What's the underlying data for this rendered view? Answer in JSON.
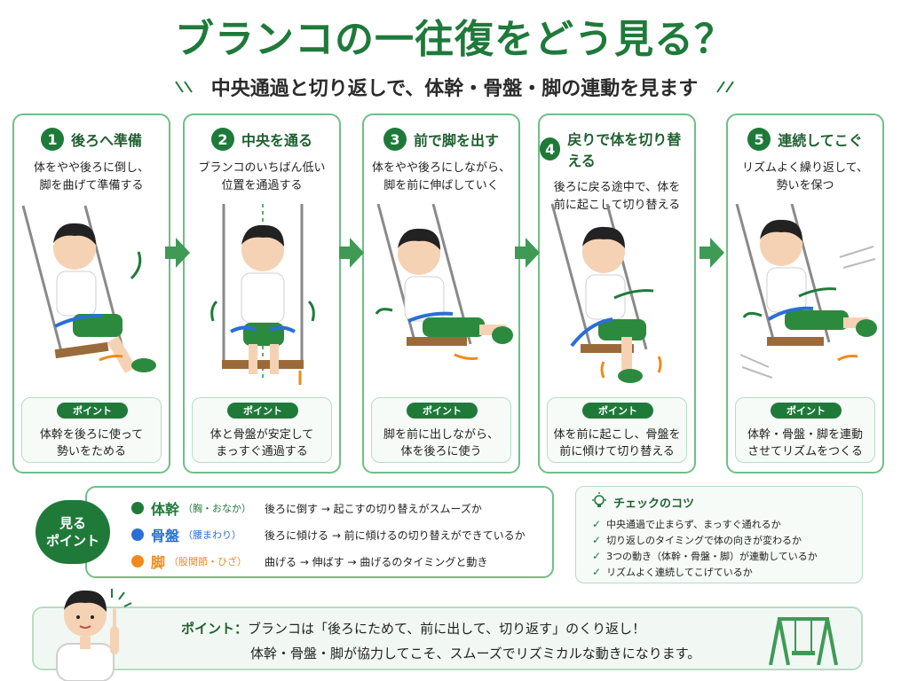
{
  "header": {
    "title": "ブランコの一往復をどう見る？",
    "subtitle": "中央通過と切り返しで、体幹・骨盤・脚の連動を見ます"
  },
  "steps": [
    {
      "num": "1",
      "title": "後ろへ準備",
      "desc": "体をやや後ろに倒し、\n脚を曲げて準備する",
      "point_label": "ポイント",
      "point": "体幹を後ろに使って\n勢いをためる"
    },
    {
      "num": "2",
      "title": "中央を通る",
      "desc": "ブランコのいちばん低い\n位置を通過する",
      "point_label": "ポイント",
      "point": "体と骨盤が安定して\nまっすぐ通過する"
    },
    {
      "num": "3",
      "title": "前で脚を出す",
      "desc": "体をやや後ろにしながら、\n脚を前に伸ばしていく",
      "point_label": "ポイント",
      "point": "脚を前に出しながら、\n体を後ろに使う"
    },
    {
      "num": "4",
      "title": "戻りで体を切り替える",
      "desc": "後ろに戻る途中で、体を\n前に起こして切り替える",
      "point_label": "ポイント",
      "point": "体を前に起こし、骨盤を\n前に傾けて切り替える"
    },
    {
      "num": "5",
      "title": "連続してこぐ",
      "desc": "リズムよく繰り返して、\n勢いを保つ",
      "point_label": "ポイント",
      "point": "体幹・骨盤・脚を連動\nさせてリズムをつくる"
    }
  ],
  "legend": {
    "badge": "見る\nポイント",
    "items": [
      {
        "label": "体幹",
        "sub": "（胸・おなか）",
        "desc": "後ろに倒す → 起こすの切り替えがスムーズか",
        "color": "#1f7a3a"
      },
      {
        "label": "骨盤",
        "sub": "（腰まわり）",
        "desc": "後ろに傾ける → 前に傾けるの切り替えができているか",
        "color": "#2b6fd6"
      },
      {
        "label": "脚",
        "sub": "（股関節・ひざ）",
        "desc": "曲げる → 伸ばす → 曲げるのタイミングと動き",
        "color": "#f08a1c"
      }
    ]
  },
  "check": {
    "title": "チェックのコツ",
    "items": [
      "中央通過で止まらず、まっすぐ通れるか",
      "切り返しのタイミングで体の向きが変わるか",
      "3つの動き（体幹・骨盤・脚）が連動しているか",
      "リズムよく連続してこげているか"
    ]
  },
  "bottom": {
    "label": "ポイント：",
    "line1": "ブランコは「後ろにためて、前に出して、切り返す」のくり返し！",
    "line2": "体幹・骨盤・脚が協力してこそ、スムーズでリズミカルな動きになります。"
  },
  "colors": {
    "green": "#1f7a3a",
    "blue": "#2b6fd6",
    "orange": "#f08a1c",
    "light_green": "#6fbf86"
  }
}
